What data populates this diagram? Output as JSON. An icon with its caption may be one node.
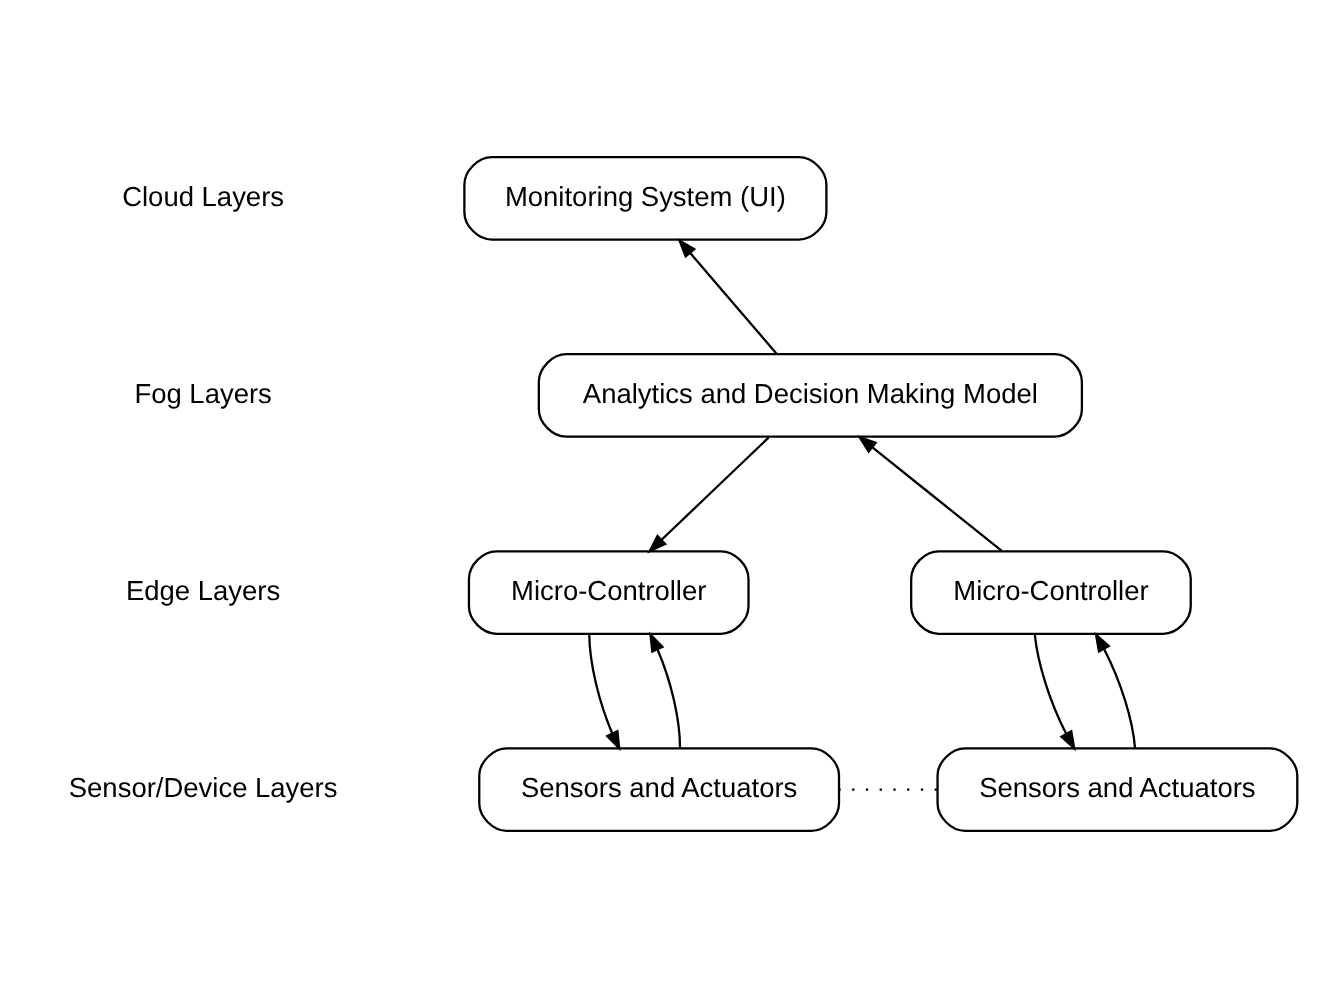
{
  "diagram": {
    "nodes": [
      {
        "text": [
          "Monitoring System (UI)"
        ]
      },
      {
        "text": [
          "Analytics and Decision Making Model"
        ]
      },
      {
        "text": [
          "Micro-Controller"
        ]
      },
      {
        "text": [
          "Micro-Controller"
        ]
      },
      {
        "text": [
          "Sensors and Actuators"
        ]
      },
      {
        "text": [
          "Sensors and Actuators"
        ]
      }
    ],
    "edges": [
      {
        "from": 1,
        "to": 0,
        "arrow": "to"
      },
      {
        "from": 2,
        "to": 1,
        "arrow": "to"
      },
      {
        "from": 1,
        "to": 3,
        "arrow": "to"
      },
      {
        "from": 2,
        "to": 4,
        "arrow": "to"
      },
      {
        "from": 4,
        "to": 2,
        "arrow": "to"
      },
      {
        "from": 3,
        "to": 5,
        "arrow": "to"
      },
      {
        "from": 5,
        "to": 3,
        "arrow": "to"
      },
      {
        "from": 4,
        "to": 5,
        "arrow": "none",
        "style": "dashed"
      }
    ],
    "labels": [
      "Cloud Layers",
      "Fog Layers",
      "Edge Layers",
      "Sensor/Device Layers"
    ]
  }
}
